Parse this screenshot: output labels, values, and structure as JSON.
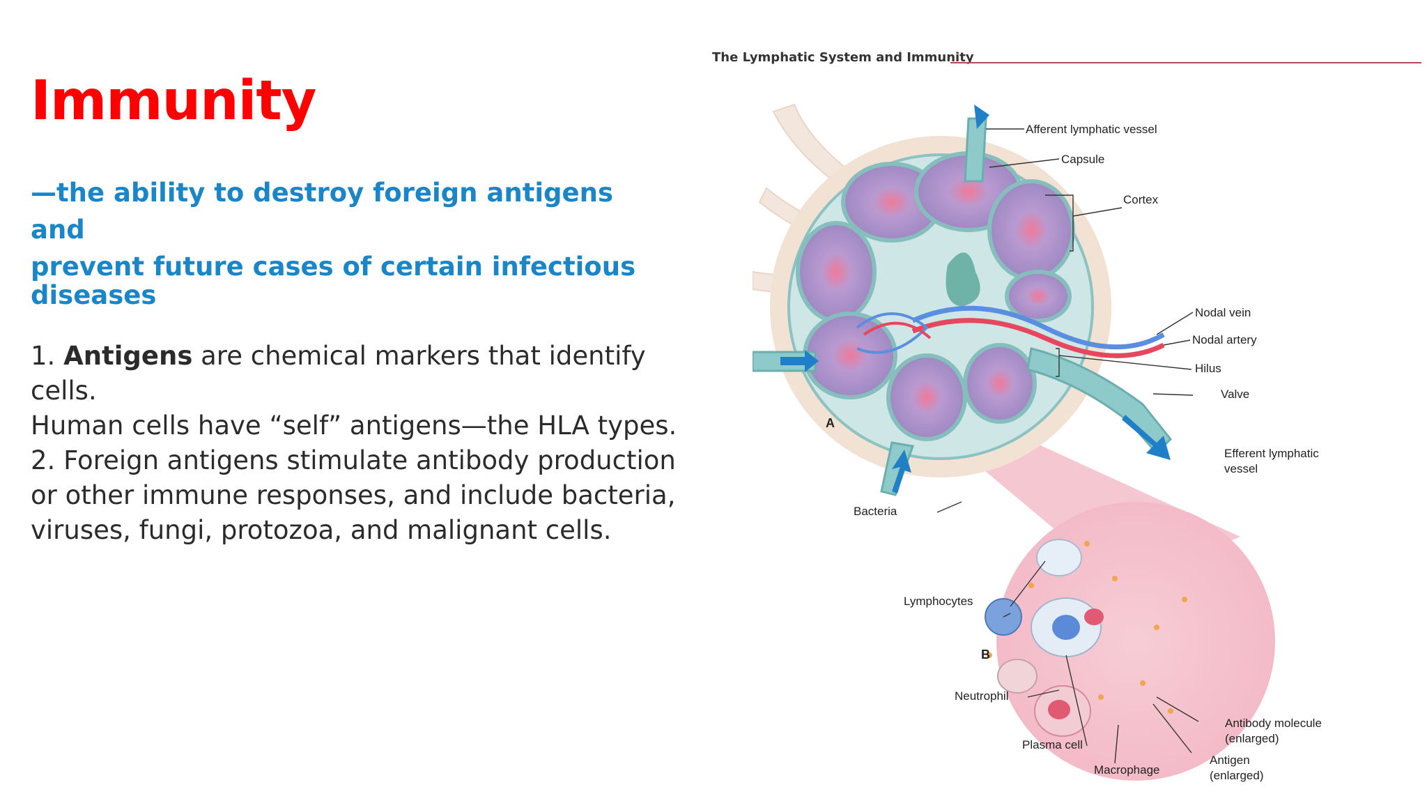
{
  "slide": {
    "title": "Immunity",
    "subtitle_lines": [
      "—the ability to destroy foreign antigens and",
      "prevent future cases of certain infectious",
      "diseases"
    ],
    "body": {
      "line1_prefix": "1. ",
      "line1_bold": "Antigens",
      "line1_rest": " are chemical markers that identify",
      "line2": "cells.",
      "line3": "Human cells have “self” antigens—the HLA types.",
      "line4": "2. Foreign antigens stimulate antibody production",
      "line5": "or other immune responses, and include bacteria,",
      "line6": "viruses, fungi, protozoa, and malignant cells."
    }
  },
  "figure": {
    "header": "The Lymphatic System and Immunity",
    "labels": {
      "afferent": "Afferent lymphatic vessel",
      "capsule": "Capsule",
      "cortex": "Cortex",
      "nodal_vein": "Nodal vein",
      "nodal_artery": "Nodal artery",
      "hilus": "Hilus",
      "valve": "Valve",
      "efferent_1": "Efferent lymphatic",
      "efferent_2": "vessel",
      "a": "A",
      "bacteria": "Bacteria",
      "lymphocytes": "Lymphocytes",
      "b": "B",
      "neutrophil": "Neutrophil",
      "antibody_1": "Antibody molecule",
      "antibody_2": "(enlarged)",
      "plasma": "Plasma cell",
      "antigen_1": "Antigen",
      "antigen_2": "(enlarged)",
      "macrophage": "Macrophage"
    },
    "colors": {
      "accent_red": "#ff0000",
      "accent_blue": "#1a86c7",
      "rule": "#b24a55"
    }
  }
}
